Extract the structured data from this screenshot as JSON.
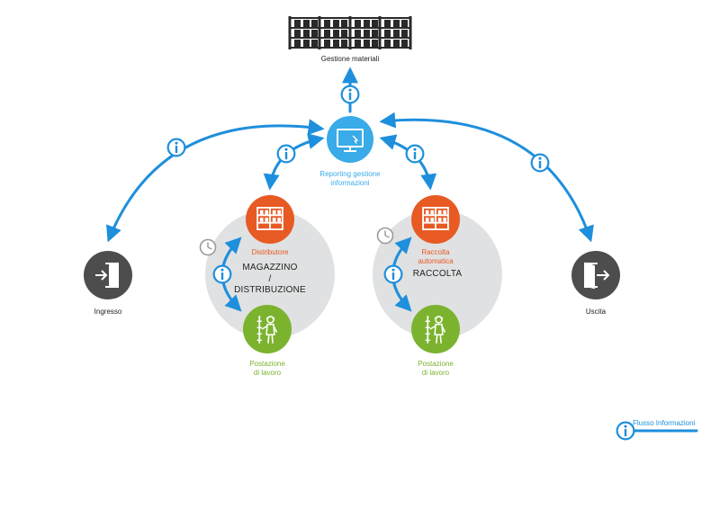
{
  "colors": {
    "flow": "#1e8fdc",
    "reporting": "#38abe8",
    "orange": "#e85a24",
    "green": "#7bb32e",
    "gray": "#4d4d4d",
    "circle_bg": "#e0e1e2",
    "clock": "#9a9a9a",
    "dark_text": "#222222"
  },
  "nodes": {
    "materials": {
      "label": "Gestione materiali",
      "icon": "warehouse-shelving-icon"
    },
    "reporting": {
      "label_line1": "Reporting gestione",
      "label_line2": "informazioni",
      "icon": "monitor-icon"
    },
    "entry": {
      "label": "Ingresso",
      "icon": "entrance-door-icon"
    },
    "exit": {
      "label": "Uscita",
      "icon": "exit-door-icon"
    },
    "left_zone": {
      "top_label": "Distributore",
      "center_line1": "MAGAZZINO",
      "center_line2": "/",
      "center_line3": "DISTRIBUZIONE",
      "bottom_line1": "Postazione",
      "bottom_line2": "di lavoro"
    },
    "right_zone": {
      "top_line1": "Raccolta",
      "top_line2": "automatica",
      "center_label": "RACCOLTA",
      "bottom_line1": "Postazione",
      "bottom_line2": "di lavoro"
    }
  },
  "legend": {
    "label": "Flusso Informazioni"
  }
}
